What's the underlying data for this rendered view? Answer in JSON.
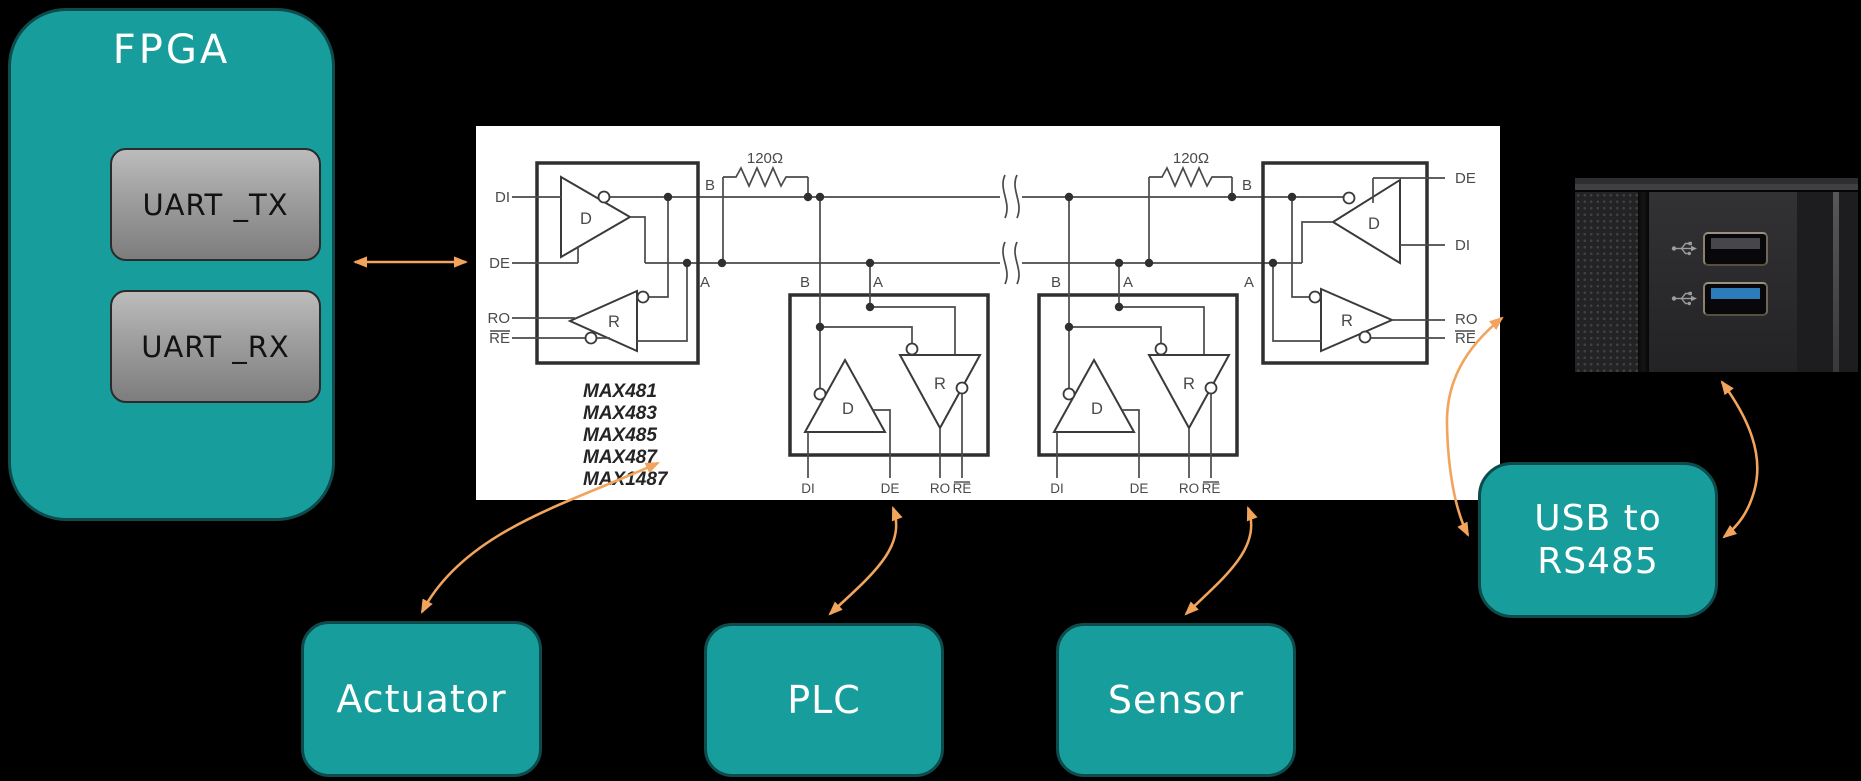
{
  "colors": {
    "teal": "#189D9D",
    "teal_border": "#0D4B4C",
    "orange": "#F2A45C",
    "usb3_blue": "#2B7CB9"
  },
  "blocks": {
    "fpga": "FPGA",
    "uart_tx": "UART _TX",
    "uart_rx": "UART _RX",
    "actuator": "Actuator",
    "plc": "PLC",
    "sensor": "Sensor",
    "usb_line1": "USB to",
    "usb_line2": "RS485"
  },
  "schematic": {
    "ic_list": [
      "MAX481",
      "MAX483",
      "MAX485",
      "MAX487",
      "MAX1487"
    ],
    "resistor": "120Ω",
    "driver": "D",
    "receiver": "R",
    "bus": {
      "b": "B",
      "a": "A"
    },
    "pins": {
      "di": "DI",
      "de": "DE",
      "ro": "RO",
      "re": "RE"
    }
  },
  "icons": {
    "usb_trident": "usb-trident-icon"
  }
}
